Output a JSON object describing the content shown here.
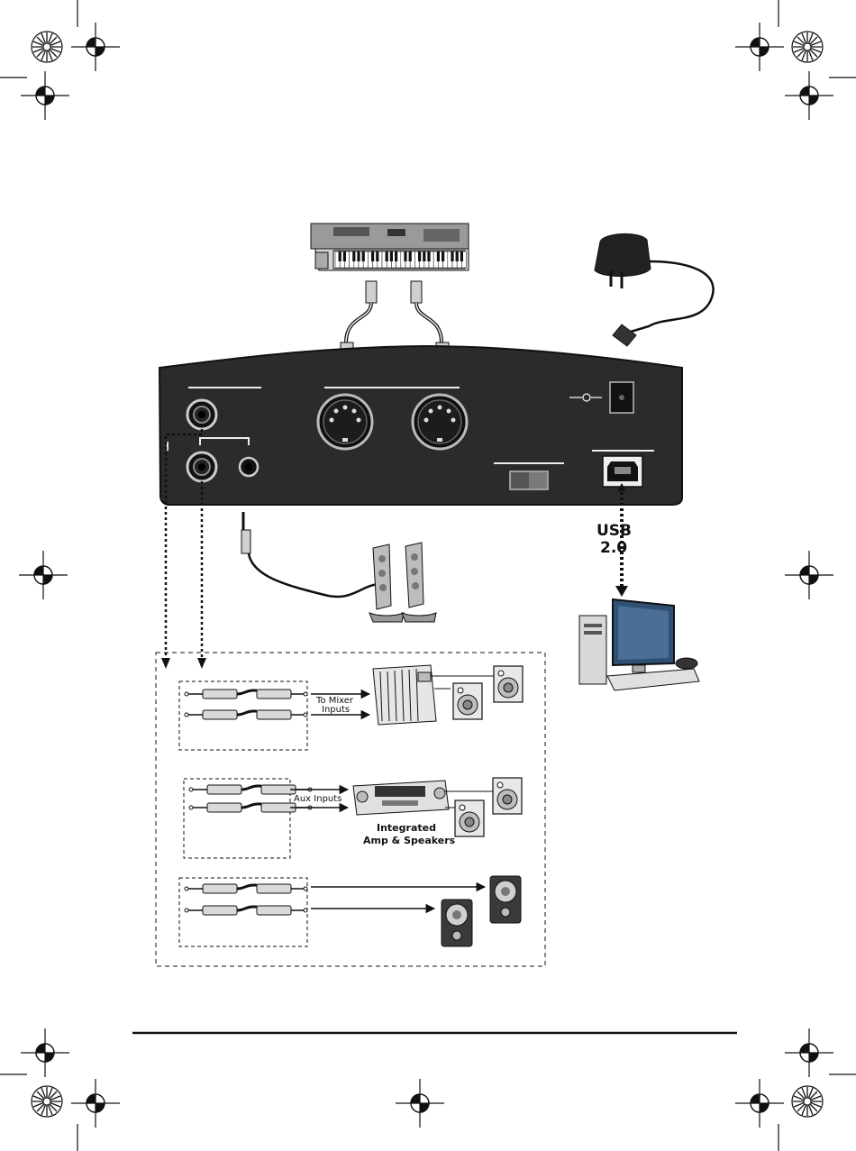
{
  "labels": {
    "mixer_inputs": [
      "To Mixer",
      "Inputs"
    ],
    "aux_inputs": "Aux Inputs",
    "amp_speakers": [
      "Integrated",
      "Amp & Speakers"
    ],
    "usb": [
      "USB",
      "2.0"
    ]
  },
  "colors": {
    "panel": "#2b2b2b",
    "ink": "#111111",
    "screen": "#2f4f73",
    "speaker_grey": "#bdbdbd"
  },
  "icons": [
    "registration-mark-icon",
    "print-star-target-icon",
    "midi-keyboard-icon",
    "power-adapter-icon",
    "midi-din-jack-icon",
    "usb-b-port-icon",
    "computer-monitor-icon",
    "desktop-speakers-icon",
    "mixer-icon",
    "receiver-icon",
    "studio-monitor-icon"
  ]
}
